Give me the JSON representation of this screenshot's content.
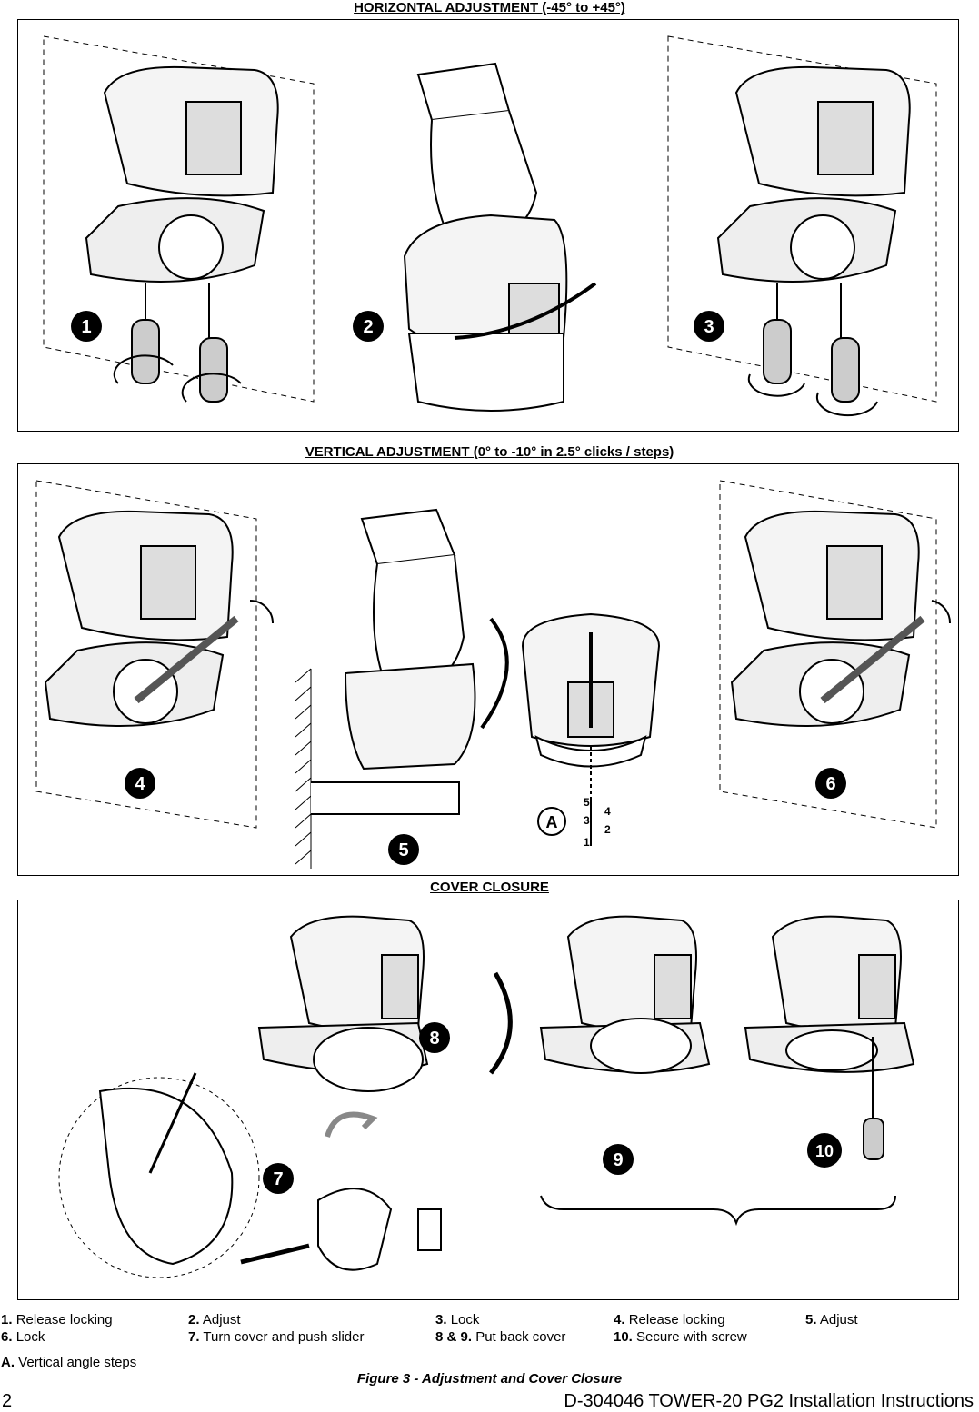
{
  "sections": {
    "horizontal": "HORIZONTAL ADJUSTMENT (-45° to +45°)",
    "vertical": "VERTICAL ADJUSTMENT (0° to -10° in 2.5° clicks / steps)",
    "cover": "COVER CLOSURE"
  },
  "step_badges": [
    "1",
    "2",
    "3",
    "4",
    "5",
    "6",
    "7",
    "8",
    "9",
    "10"
  ],
  "callout_a": "A",
  "scale_marks": [
    "5",
    "4",
    "3",
    "2",
    "1"
  ],
  "legend": [
    {
      "num": "1.",
      "text": "Release locking"
    },
    {
      "num": "2.",
      "text": "Adjust"
    },
    {
      "num": "3.",
      "text": "Lock"
    },
    {
      "num": "4.",
      "text": "Release locking"
    },
    {
      "num": "5.",
      "text": "Adjust"
    },
    {
      "num": "6.",
      "text": "Lock"
    },
    {
      "num": "7.",
      "text": "Turn cover and push slider"
    },
    {
      "num": "8 & 9.",
      "text": "Put back cover"
    },
    {
      "num": "10.",
      "text": "Secure with screw"
    },
    {
      "num": "A.",
      "text": "Vertical angle steps"
    }
  ],
  "caption": "Figure 3 - Adjustment and Cover Closure",
  "footer": {
    "page_number": "2",
    "document": "D-304046 TOWER-20 PG2 Installation Instructions"
  }
}
